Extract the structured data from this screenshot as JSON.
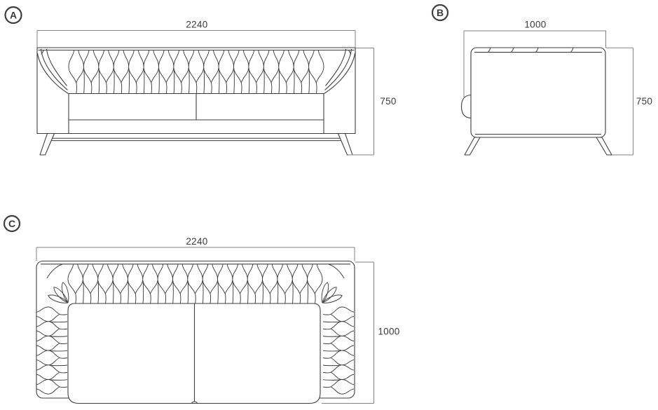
{
  "drawing": {
    "title": "sofa-three-view-technical-drawing",
    "views": [
      {
        "id": "A",
        "label": "A",
        "dims": {
          "width": "2240",
          "height": "750"
        }
      },
      {
        "id": "B",
        "label": "B",
        "dims": {
          "width": "1000",
          "height": "750"
        }
      },
      {
        "id": "C",
        "label": "C",
        "dims": {
          "width": "2240",
          "depth": "1000"
        }
      }
    ]
  },
  "colors": {
    "line": "#3e3e3e",
    "dim": "#828282",
    "text": "#3a3a3a",
    "background": "#ffffff"
  }
}
